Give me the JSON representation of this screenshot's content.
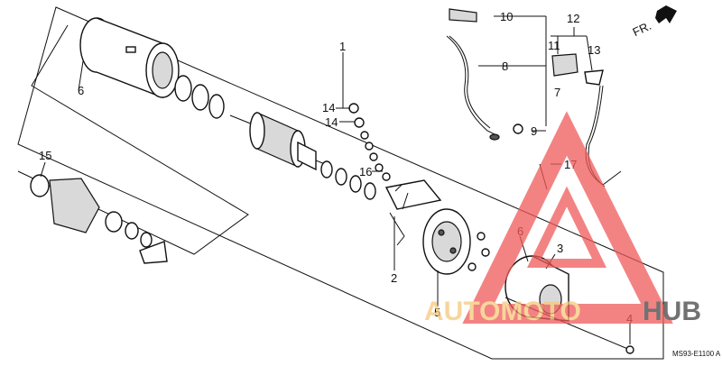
{
  "diagram": {
    "direction_label": "FR.",
    "part_code": "MS93-E1100 A",
    "callouts": [
      "1",
      "2",
      "3",
      "4",
      "5",
      "6",
      "6",
      "7",
      "8",
      "9",
      "10",
      "11",
      "12",
      "13",
      "14",
      "14",
      "15",
      "16",
      "17"
    ]
  },
  "watermark": {
    "text_left": "AUTOMOTO",
    "text_right": "HUB",
    "color_triangle": "#f05a5a",
    "color_left": "#f5c97a",
    "color_right": "#444444"
  }
}
